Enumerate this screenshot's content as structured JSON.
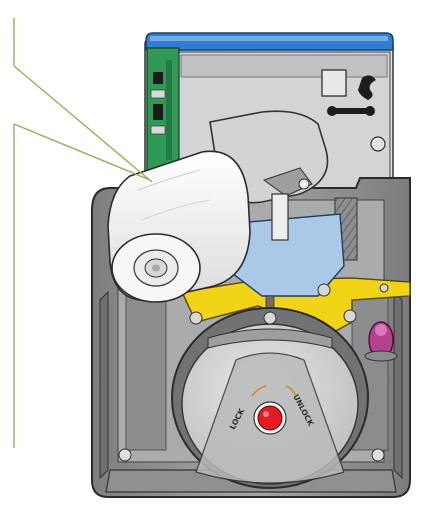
{
  "diagram": {
    "dial": {
      "lock_label": "LOCK",
      "unlock_label": "UNLOCK"
    },
    "colors": {
      "housing": "#8c8e90",
      "housing_dark": "#5e6063",
      "housing_light": "#c9cbcd",
      "blue_cover": "#2f7fd0",
      "circuit_green": "#2e9a55",
      "yellow_bracket": "#f1d415",
      "blue_plate": "#a9c9e6",
      "roll_white": "#f4f4f4",
      "leader_line": "#a5a85a",
      "red_button": "#e21b23",
      "magenta_plug": "#b5418f"
    },
    "callouts": [
      {
        "id": "upper-leader"
      },
      {
        "id": "lower-leader"
      }
    ]
  }
}
